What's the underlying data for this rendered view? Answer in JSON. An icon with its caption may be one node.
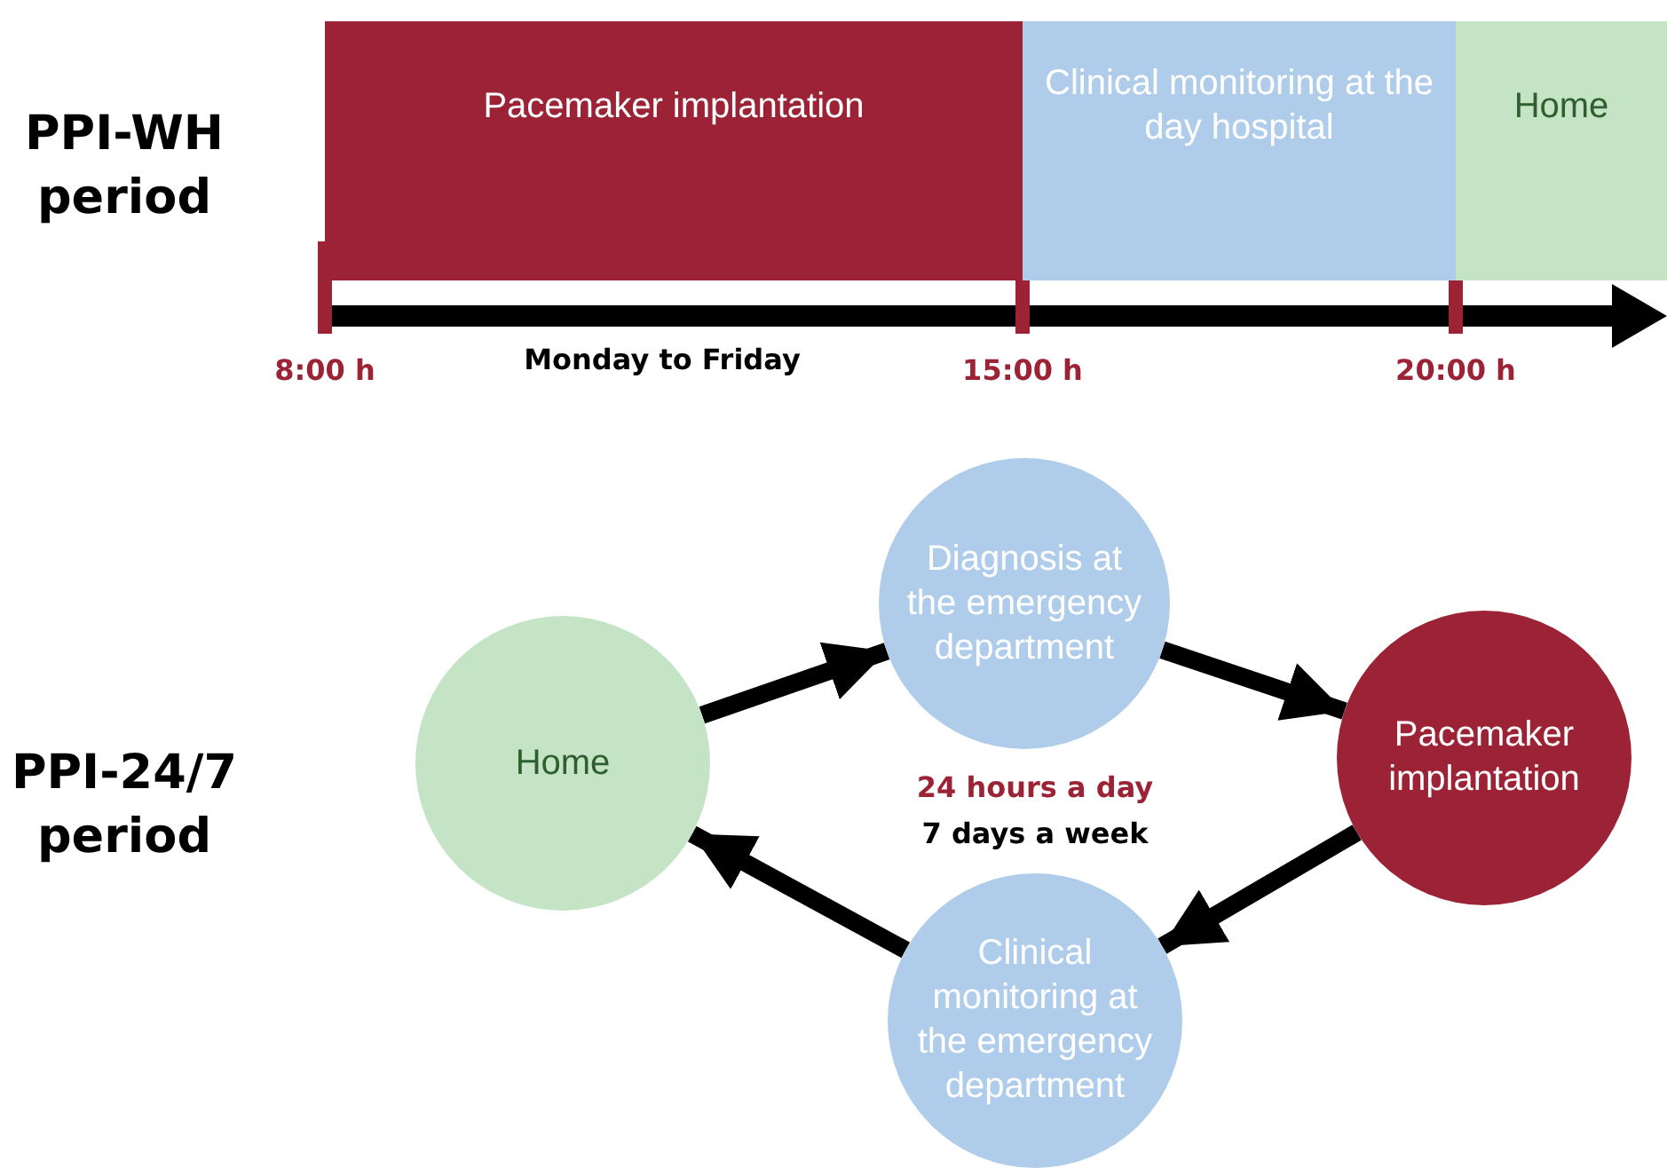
{
  "diagram": {
    "nodes": [
      {
        "text": [
          "Pacemaker implantation"
        ]
      },
      {
        "text": [
          "Clinical monitoring at the day hospital"
        ]
      },
      {
        "text": [
          "Home"
        ]
      },
      {
        "text": [
          "Diagnosis at the emergency department"
        ]
      },
      {
        "text": [
          "Pacemaker implantation"
        ]
      },
      {
        "text": [
          "Clinical monitoring at the emergency department"
        ]
      },
      {
        "text": [
          "Home"
        ]
      }
    ],
    "edges": [
      {
        "from": 6,
        "to": 3,
        "arrow": "to"
      },
      {
        "from": 3,
        "to": 4,
        "arrow": "to"
      },
      {
        "from": 4,
        "to": 5,
        "arrow": "to"
      },
      {
        "from": 5,
        "to": 6,
        "arrow": "to"
      }
    ],
    "labels": [
      "PPI-WH period",
      "8:00 h",
      "Monday to Friday",
      "15:00 h",
      "20:00 h",
      "PPI-24/7 period",
      "24 hours a day",
      "7 days a week"
    ]
  }
}
